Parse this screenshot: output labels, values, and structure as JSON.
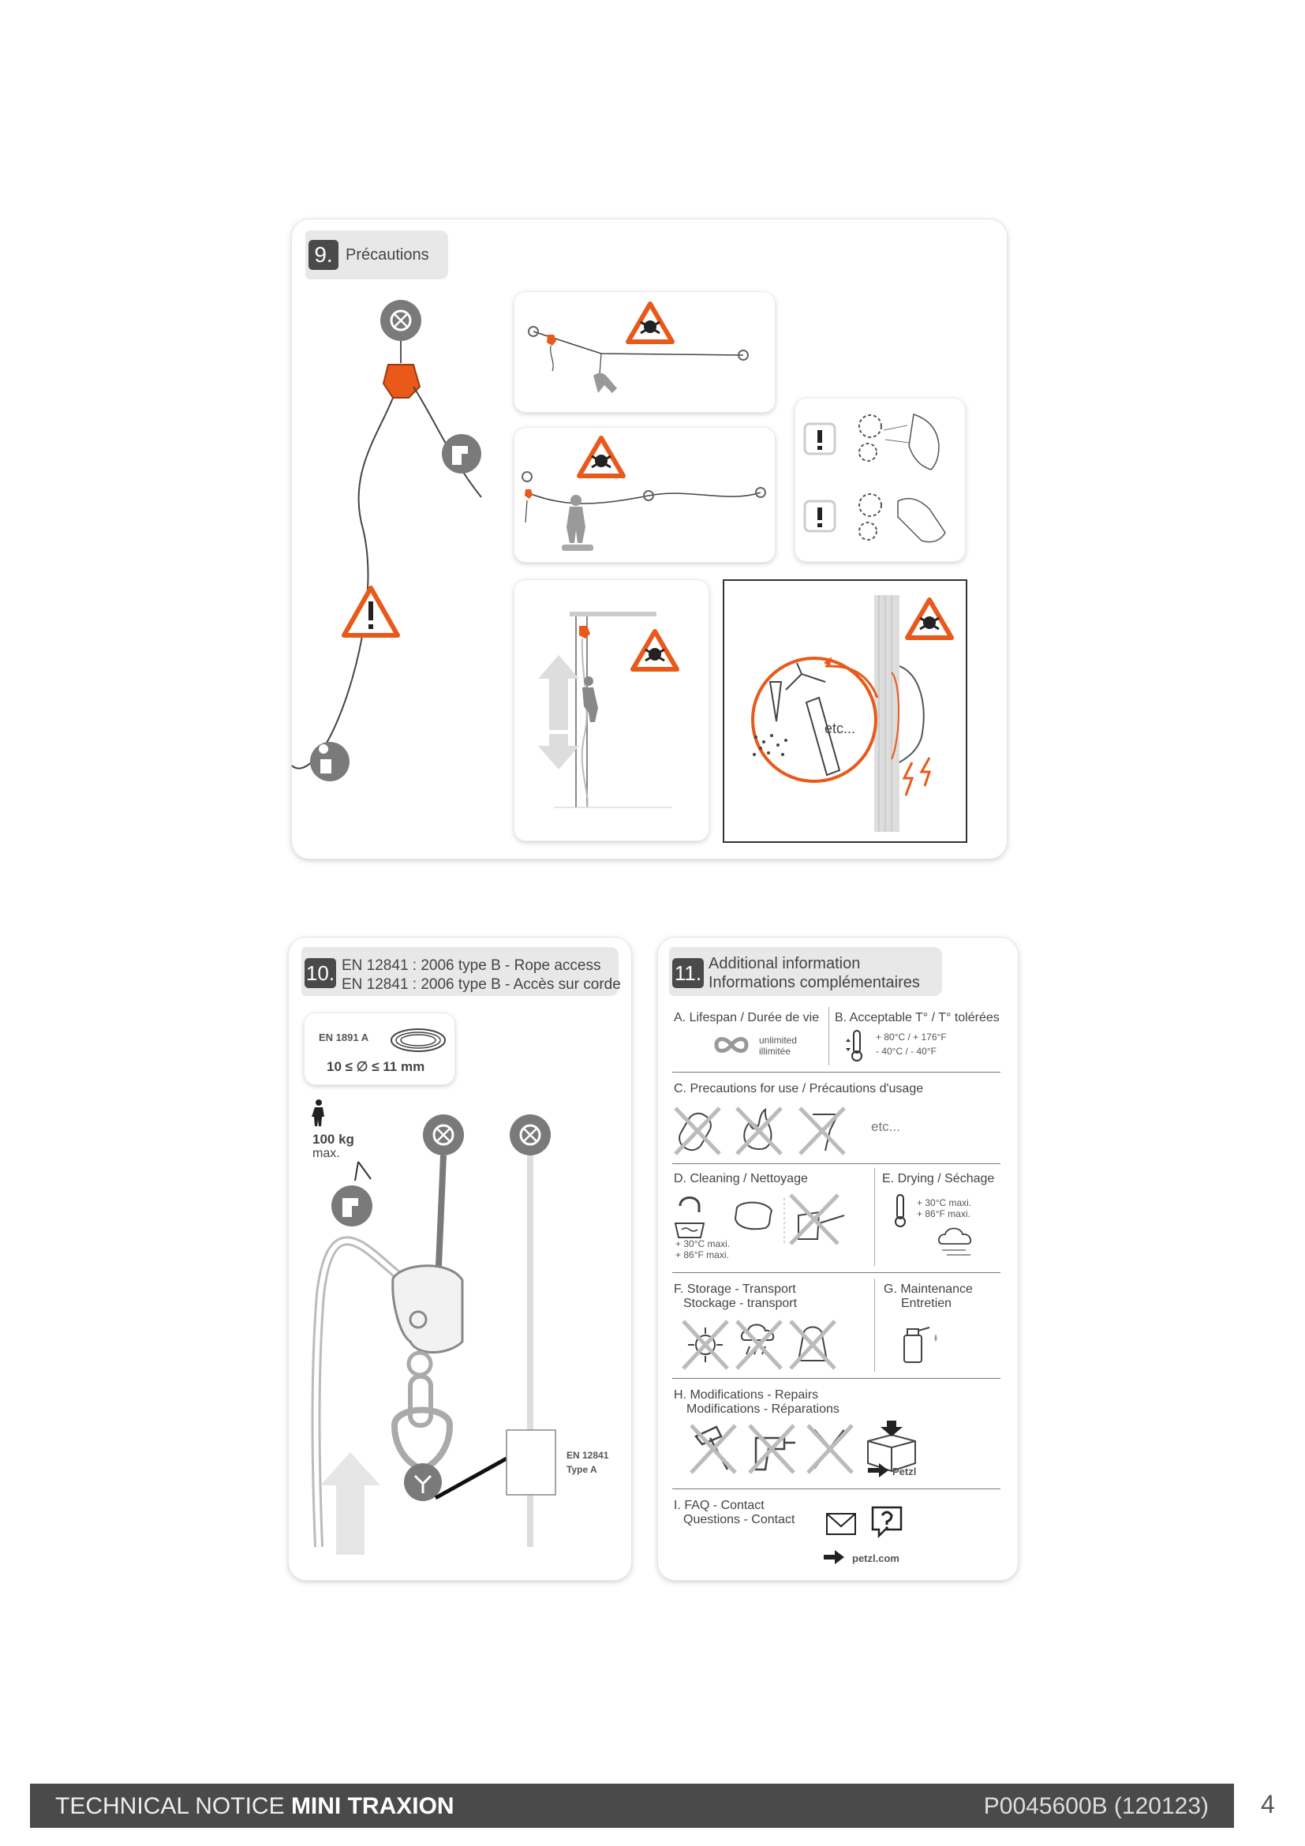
{
  "section9": {
    "number": "9.",
    "title": "Précautions",
    "etc": "etc..."
  },
  "section10": {
    "number": "10.",
    "line1": "EN 12841 : 2006 type B - Rope access",
    "line2": "EN 12841 : 2006 type B - Accès sur corde",
    "std": "EN 1891 A",
    "diameter": "10 ≤ ∅ ≤ 11 mm",
    "weight": "100 kg",
    "weight_max": "max.",
    "typeA_line1": "EN 12841",
    "typeA_line2": "Type A"
  },
  "section11": {
    "number": "11.",
    "title1": "Additional information",
    "title2": "Informations complémentaires",
    "A": {
      "label": "A. Lifespan / Durée de vie",
      "text1": "unlimited",
      "text2": "illimitée"
    },
    "B": {
      "label": "B. Acceptable T° / T° tolérées",
      "text1": "+ 80°C / + 176°F",
      "text2": "- 40°C / - 40°F"
    },
    "C": {
      "label": "C. Precautions for use / Précautions d'usage",
      "etc": "etc..."
    },
    "D": {
      "label": "D. Cleaning / Nettoyage",
      "text1": "+ 30°C maxi.",
      "text2": "+ 86°F maxi."
    },
    "E": {
      "label": "E. Drying / Séchage",
      "text1": "+ 30°C maxi.",
      "text2": "+ 86°F maxi."
    },
    "F": {
      "label1": "F. Storage - Transport",
      "label2": "Stockage - transport"
    },
    "G": {
      "label1": "G. Maintenance",
      "label2": "Entretien"
    },
    "H": {
      "label1": "H. Modifications - Repairs",
      "label2": "Modifications - Réparations",
      "brand": "Petzl"
    },
    "I": {
      "label1": "I. FAQ - Contact",
      "label2": "Questions - Contact",
      "url": "petzl.com"
    }
  },
  "footer": {
    "notice": "TECHNICAL NOTICE",
    "product": "MINI TRAXION",
    "ref": "P0045600B (120123)",
    "page": "4"
  },
  "colors": {
    "accent": "#e8591a",
    "dark": "#4a4a4a",
    "header_bg": "#e8e8e8"
  }
}
